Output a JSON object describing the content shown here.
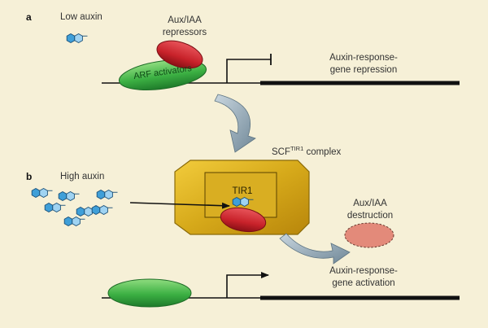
{
  "panel_a": {
    "letter": "a",
    "low_auxin_label": "Low auxin",
    "repressor_label_line1": "Aux/IAA",
    "repressor_label_line2": "repressors",
    "arf_label": "ARF activators",
    "gene_label_line1": "Auxin-response-",
    "gene_label_line2": "gene repression"
  },
  "panel_b": {
    "letter": "b",
    "high_auxin_label": "High auxin",
    "complex_label_prefix": "SCF",
    "complex_label_sup": "TIR1",
    "complex_label_suffix": " complex",
    "tir1_label": "TIR1",
    "destruction_label_line1": "Aux/IAA",
    "destruction_label_line2": "destruction",
    "gene_label_line1": "Auxin-response-",
    "gene_label_line2": "gene activation"
  },
  "colors": {
    "background": "#f6f0d7",
    "arf_green": "#3cb043",
    "repressor_red": "#c8222a",
    "destroyed_red": "#e38a7a",
    "complex_gold": "#d6a91a",
    "auxin_blue": "#3f9fd8",
    "dna_black": "#111111",
    "arrow_gray": "#8aa3b5"
  }
}
